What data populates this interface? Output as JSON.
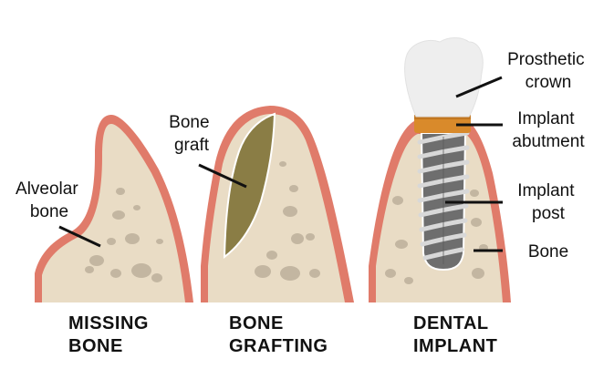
{
  "panels": [
    {
      "caption_lines": [
        "MISSING",
        "BONE"
      ]
    },
    {
      "caption_lines": [
        "BONE",
        "GRAFTING"
      ]
    },
    {
      "caption_lines": [
        "DENTAL",
        "IMPLANT"
      ]
    }
  ],
  "labels": {
    "alveolar_bone": [
      "Alveolar",
      "bone"
    ],
    "bone_graft": [
      "Bone",
      "graft"
    ],
    "prosthetic_crown": [
      "Prosthetic",
      "crown"
    ],
    "implant_abutment": [
      "Implant",
      "abutment"
    ],
    "implant_post": [
      "Implant",
      "post"
    ],
    "bone": [
      "Bone"
    ]
  },
  "colors": {
    "gum": "#e07b6a",
    "bone": "#e9dcc5",
    "bone_spots": "#c3b6a1",
    "graft": "#8a7d45",
    "crown": "#eeeeee",
    "abutment": "#d98a2b",
    "implant_post": "#6e6e6e"
  }
}
